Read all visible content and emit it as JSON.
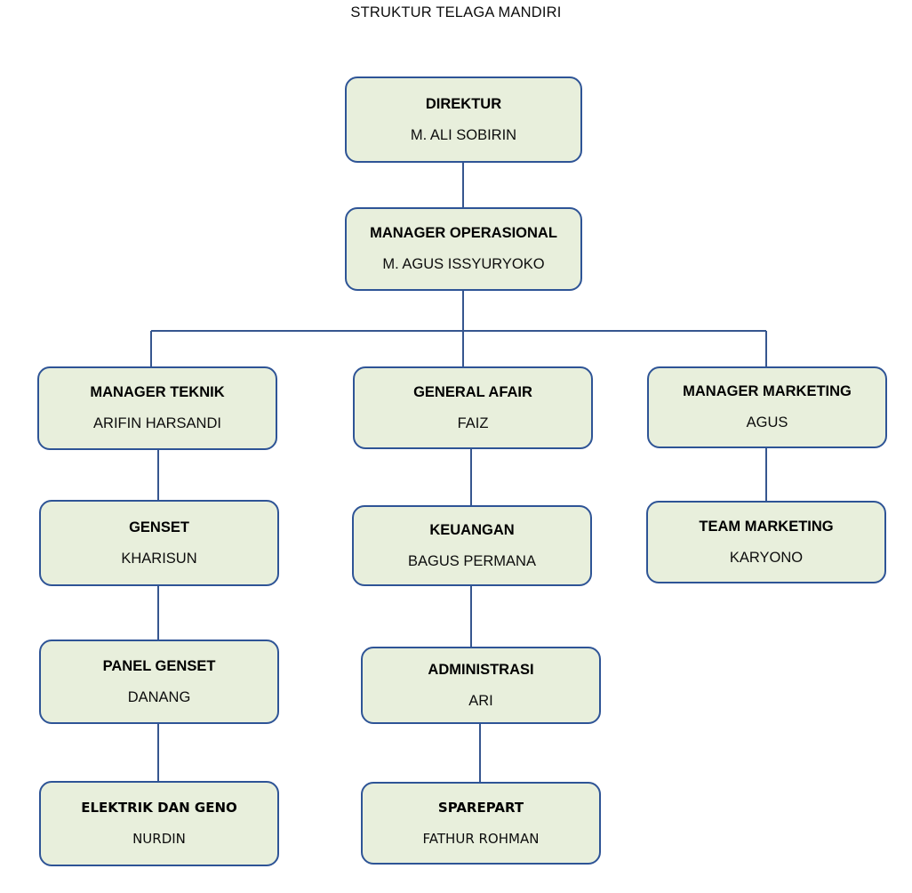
{
  "title": "STRUKTUR TELAGA MANDIRI",
  "colors": {
    "box_fill": "#e8efdc",
    "box_border": "#2e5496",
    "connector": "#36568f",
    "text": "#000000",
    "background": "#ffffff"
  },
  "chart_data": {
    "type": "diagram",
    "diagram_kind": "organizational-chart",
    "title": "STRUKTUR TELAGA MANDIRI",
    "orientation": "top-down",
    "levels": 5,
    "nodes": [
      {
        "id": "direktur",
        "role": "DIREKTUR",
        "person": "M. ALI SOBIRIN",
        "level": 1,
        "column": "center"
      },
      {
        "id": "manager-operasional",
        "role": "MANAGER OPERASIONAL",
        "person": "M. AGUS ISSYURYOKO",
        "level": 2,
        "column": "center"
      },
      {
        "id": "manager-teknik",
        "role": "MANAGER TEKNIK",
        "person": "ARIFIN HARSANDI",
        "level": 3,
        "column": "left"
      },
      {
        "id": "general-afair",
        "role": "GENERAL AFAIR",
        "person": "FAIZ",
        "level": 3,
        "column": "center"
      },
      {
        "id": "manager-marketing",
        "role": "MANAGER MARKETING",
        "person": "AGUS",
        "level": 3,
        "column": "right"
      },
      {
        "id": "genset",
        "role": "GENSET",
        "person": "KHARISUN",
        "level": 4,
        "column": "left"
      },
      {
        "id": "keuangan",
        "role": "KEUANGAN",
        "person": "BAGUS PERMANA",
        "level": 4,
        "column": "center"
      },
      {
        "id": "team-marketing",
        "role": "TEAM MARKETING",
        "person": "KARYONO",
        "level": 4,
        "column": "right"
      },
      {
        "id": "panel-genset",
        "role": "PANEL GENSET",
        "person": "DANANG",
        "level": 5,
        "column": "left"
      },
      {
        "id": "administrasi",
        "role": "ADMINISTRASI",
        "person": "ARI",
        "level": 5,
        "column": "center"
      },
      {
        "id": "elektrik-dan-geno",
        "role": "ELEKTRIK DAN GENO",
        "person": "NURDIN",
        "level": 6,
        "column": "left"
      },
      {
        "id": "sparepart",
        "role": "SPAREPART",
        "person": "FATHUR ROHMAN",
        "level": 6,
        "column": "center"
      }
    ],
    "edges": [
      {
        "from": "direktur",
        "to": "manager-operasional"
      },
      {
        "from": "manager-operasional",
        "to": "manager-teknik"
      },
      {
        "from": "manager-operasional",
        "to": "general-afair"
      },
      {
        "from": "manager-operasional",
        "to": "manager-marketing"
      },
      {
        "from": "manager-teknik",
        "to": "genset"
      },
      {
        "from": "genset",
        "to": "panel-genset"
      },
      {
        "from": "panel-genset",
        "to": "elektrik-dan-geno"
      },
      {
        "from": "general-afair",
        "to": "keuangan"
      },
      {
        "from": "keuangan",
        "to": "administrasi"
      },
      {
        "from": "administrasi",
        "to": "sparepart"
      },
      {
        "from": "manager-marketing",
        "to": "team-marketing"
      }
    ]
  },
  "nodes": {
    "direktur": {
      "role": "DIREKTUR",
      "person": "M. ALI SOBIRIN"
    },
    "manager_operasional": {
      "role": "MANAGER OPERASIONAL",
      "person": "M. AGUS ISSYURYOKO"
    },
    "manager_teknik": {
      "role": "MANAGER TEKNIK",
      "person": "ARIFIN HARSANDI"
    },
    "general_afair": {
      "role": "GENERAL AFAIR",
      "person": "FAIZ"
    },
    "manager_marketing": {
      "role": "MANAGER MARKETING",
      "person": "AGUS"
    },
    "genset": {
      "role": "GENSET",
      "person": "KHARISUN"
    },
    "keuangan": {
      "role": "KEUANGAN",
      "person": "BAGUS PERMANA"
    },
    "team_marketing": {
      "role": "TEAM MARKETING",
      "person": "KARYONO"
    },
    "panel_genset": {
      "role": "PANEL GENSET",
      "person": "DANANG"
    },
    "administrasi": {
      "role": "ADMINISTRASI",
      "person": "ARI"
    },
    "elektrik_dan_geno": {
      "role": "ELEKTRIK DAN GENO",
      "person": "NURDIN"
    },
    "sparepart": {
      "role": "SPAREPART",
      "person": "FATHUR ROHMAN"
    }
  }
}
